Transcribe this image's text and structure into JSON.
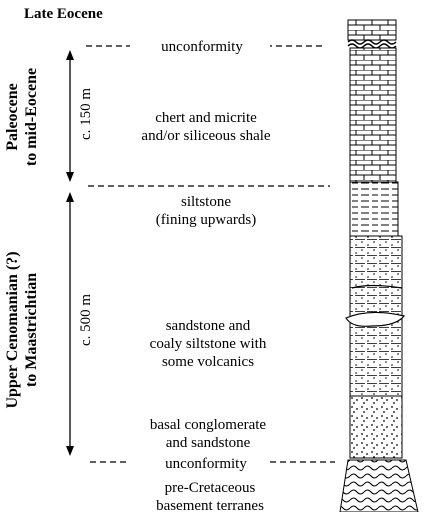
{
  "title": "Late Eocene",
  "boundaries": {
    "top": "unconformity",
    "bottom": "unconformity"
  },
  "periods": {
    "upper_line1": "Paleocene",
    "upper_line2": "to mid-Eocene",
    "lower_line1": "Upper Cenomanian (?)",
    "lower_line2": "to Maastrichtian"
  },
  "thickness": {
    "upper": "c. 150 m",
    "lower": "c. 500 m"
  },
  "units": {
    "chert_line1": "chert and micrite",
    "chert_line2": "and/or siliceous shale",
    "siltstone_line1": "siltstone",
    "siltstone_line2": "(fining upwards)",
    "sandstone_line1": "sandstone and",
    "sandstone_line2": "coaly siltstone with",
    "sandstone_line3": "some volcanics",
    "conglomerate_line1": "basal conglomerate",
    "conglomerate_line2": "and sandstone",
    "basement_line1": "pre-Cretaceous",
    "basement_line2": "basement terranes"
  }
}
